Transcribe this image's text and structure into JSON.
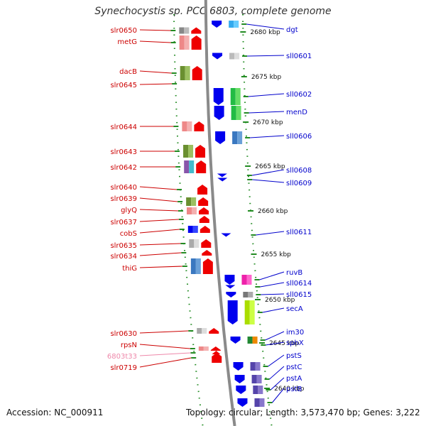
{
  "title": "Synechocystis sp. PCC 6803, complete genome",
  "footer": {
    "accession": "Accession: NC_000911",
    "topology": "Topology: circular; Length: 3,573,470 bp; Genes: 3,222"
  },
  "colors": {
    "forward_label": "#cc0000",
    "reverse_label": "#0000cc",
    "rna_label": "#ee88aa",
    "forward_arrow": "#ee0000",
    "reverse_arrow": "#0000ee",
    "backbone": "#888888",
    "tick": "#228b22"
  },
  "scale_ticks": [
    {
      "label": "2680 kbp"
    },
    {
      "label": "2675 kbp"
    },
    {
      "label": "2670 kbp"
    },
    {
      "label": "2665 kbp"
    },
    {
      "label": "2660 kbp"
    },
    {
      "label": "2655 kbp"
    },
    {
      "label": "2650 kbp"
    },
    {
      "label": "2645 kbp"
    },
    {
      "label": "2640 kbp"
    }
  ],
  "forward_genes": [
    {
      "label": "slr0650",
      "type": "gene"
    },
    {
      "label": "metG",
      "type": "gene"
    },
    {
      "label": "dacB",
      "type": "gene"
    },
    {
      "label": "slr0645",
      "type": "gene"
    },
    {
      "label": "slr0644",
      "type": "gene"
    },
    {
      "label": "slr0643",
      "type": "gene"
    },
    {
      "label": "slr0642",
      "type": "gene"
    },
    {
      "label": "slr0640",
      "type": "gene"
    },
    {
      "label": "slr0639",
      "type": "gene"
    },
    {
      "label": "glyQ",
      "type": "gene"
    },
    {
      "label": "slr0637",
      "type": "gene"
    },
    {
      "label": "cobS",
      "type": "gene"
    },
    {
      "label": "slr0635",
      "type": "gene"
    },
    {
      "label": "slr0634",
      "type": "gene"
    },
    {
      "label": "thiG",
      "type": "gene"
    },
    {
      "label": "slr0630",
      "type": "gene"
    },
    {
      "label": "rpsN",
      "type": "gene"
    },
    {
      "label": "6803t33",
      "type": "rna"
    },
    {
      "label": "slr0719",
      "type": "gene"
    }
  ],
  "reverse_genes": [
    {
      "label": "dgt"
    },
    {
      "label": "sll0601"
    },
    {
      "label": "sll0602"
    },
    {
      "label": "menD"
    },
    {
      "label": "sll0606"
    },
    {
      "label": "sll0608"
    },
    {
      "label": "sll0609"
    },
    {
      "label": "sll0611"
    },
    {
      "label": "ruvB"
    },
    {
      "label": "sll0614"
    },
    {
      "label": "sll0615"
    },
    {
      "label": "secA"
    },
    {
      "label": "im30"
    },
    {
      "label": "sphX"
    },
    {
      "label": "pstS"
    },
    {
      "label": "pstC"
    },
    {
      "label": "pstA"
    },
    {
      "label": "pstB"
    }
  ]
}
